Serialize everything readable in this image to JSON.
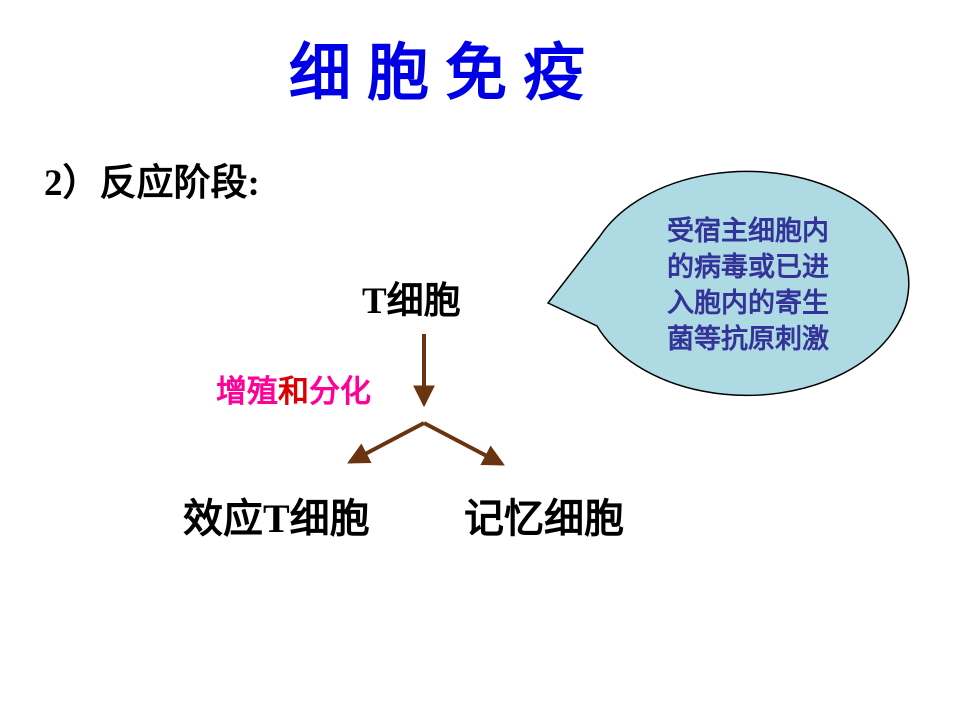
{
  "slide": {
    "title": "细胞免疫",
    "section_label": "2）反应阶段:",
    "diagram": {
      "source_cell": "T细胞",
      "process": {
        "seg1": "增殖",
        "seg2": "和",
        "seg3": "分化"
      },
      "result_left": "效应T细胞",
      "result_right": "记忆细胞"
    },
    "callout": {
      "lines": [
        "受宿主细胞内",
        "的病毒或已进",
        "入胞内的寄生",
        "菌等抗原刺激"
      ]
    },
    "colors": {
      "background": "#FFFFFF",
      "title": "#0000E6",
      "body_text": "#000000",
      "callout_fill": "#AEDAE3",
      "callout_border": "#000000",
      "callout_text": "#333399",
      "arrow": "#6B3410",
      "process_primary": "#FF0099",
      "process_secondary": "#DD0000"
    }
  }
}
